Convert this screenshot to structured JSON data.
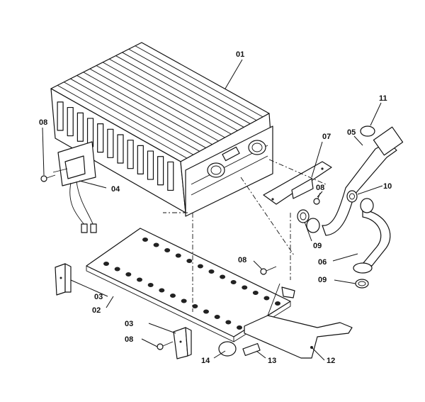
{
  "callouts": {
    "c01": "01",
    "c02": "02",
    "c03a": "03",
    "c03b": "03",
    "c04": "04",
    "c05": "05",
    "c06": "06",
    "c07": "07",
    "c08a": "08",
    "c08b": "08",
    "c08c": "08",
    "c08d": "08",
    "c09a": "09",
    "c09b": "09",
    "c10": "10",
    "c11": "11",
    "c12": "12",
    "c13": "13",
    "c14": "14"
  }
}
